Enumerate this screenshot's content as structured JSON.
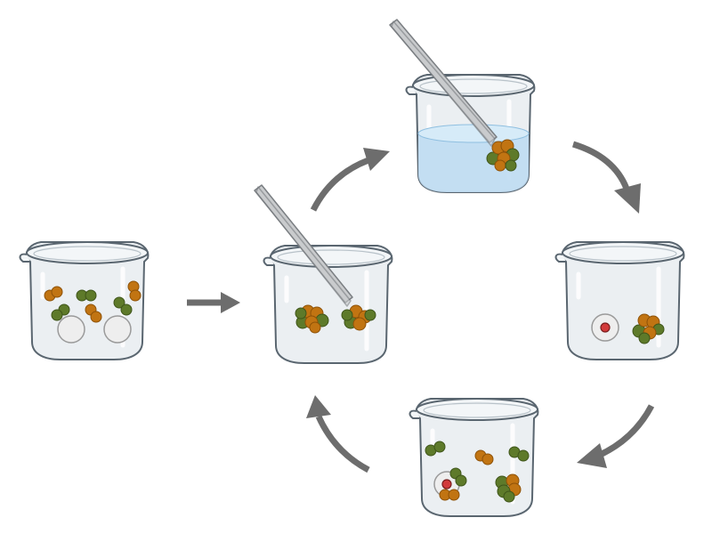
{
  "colors": {
    "background": "#ffffff",
    "glass_fill": "#e4eaee",
    "glass_stroke": "#5a6670",
    "glass_highlight": "#ffffff",
    "water_fill": "#bfdcf2",
    "water_surface": "#d6ebf8",
    "arrow": "#6d6d6d",
    "orange_bead": "#c17412",
    "orange_bead_dark": "#8e5208",
    "green_bead": "#5e7a2a",
    "green_bead_dark": "#3f551a",
    "white_bead": "#eeeeee",
    "white_bead_stroke": "#9a9a9a",
    "core_red": "#d23a3a",
    "forceps": "#c9cbcd",
    "forceps_stroke": "#7a7e82"
  },
  "stages": [
    {
      "id": "mixture",
      "contents": [
        "orange-beads",
        "green-beads",
        "white-beads"
      ]
    },
    {
      "id": "pick-clusters",
      "contents": [
        "forceps",
        "bead-clusters"
      ]
    },
    {
      "id": "wash-in-water",
      "contents": [
        "forceps",
        "bead-cluster",
        "water"
      ]
    },
    {
      "id": "collect",
      "contents": [
        "white-bead-with-red-core",
        "bead-cluster"
      ]
    },
    {
      "id": "repeat",
      "contents": [
        "white-bead-with-red-core",
        "orange-beads",
        "green-beads",
        "bead-clusters"
      ]
    }
  ],
  "arrows": [
    {
      "from": "mixture",
      "to": "pick-clusters",
      "shape": "straight",
      "icon": "arrow-right-icon"
    },
    {
      "from": "pick-clusters",
      "to": "wash-in-water",
      "shape": "curved",
      "icon": "curved-arrow-icon"
    },
    {
      "from": "wash-in-water",
      "to": "collect",
      "shape": "curved",
      "icon": "curved-arrow-icon"
    },
    {
      "from": "collect",
      "to": "repeat",
      "shape": "curved",
      "icon": "curved-arrow-icon"
    },
    {
      "from": "repeat",
      "to": "pick-clusters",
      "shape": "curved",
      "icon": "curved-arrow-icon"
    }
  ]
}
